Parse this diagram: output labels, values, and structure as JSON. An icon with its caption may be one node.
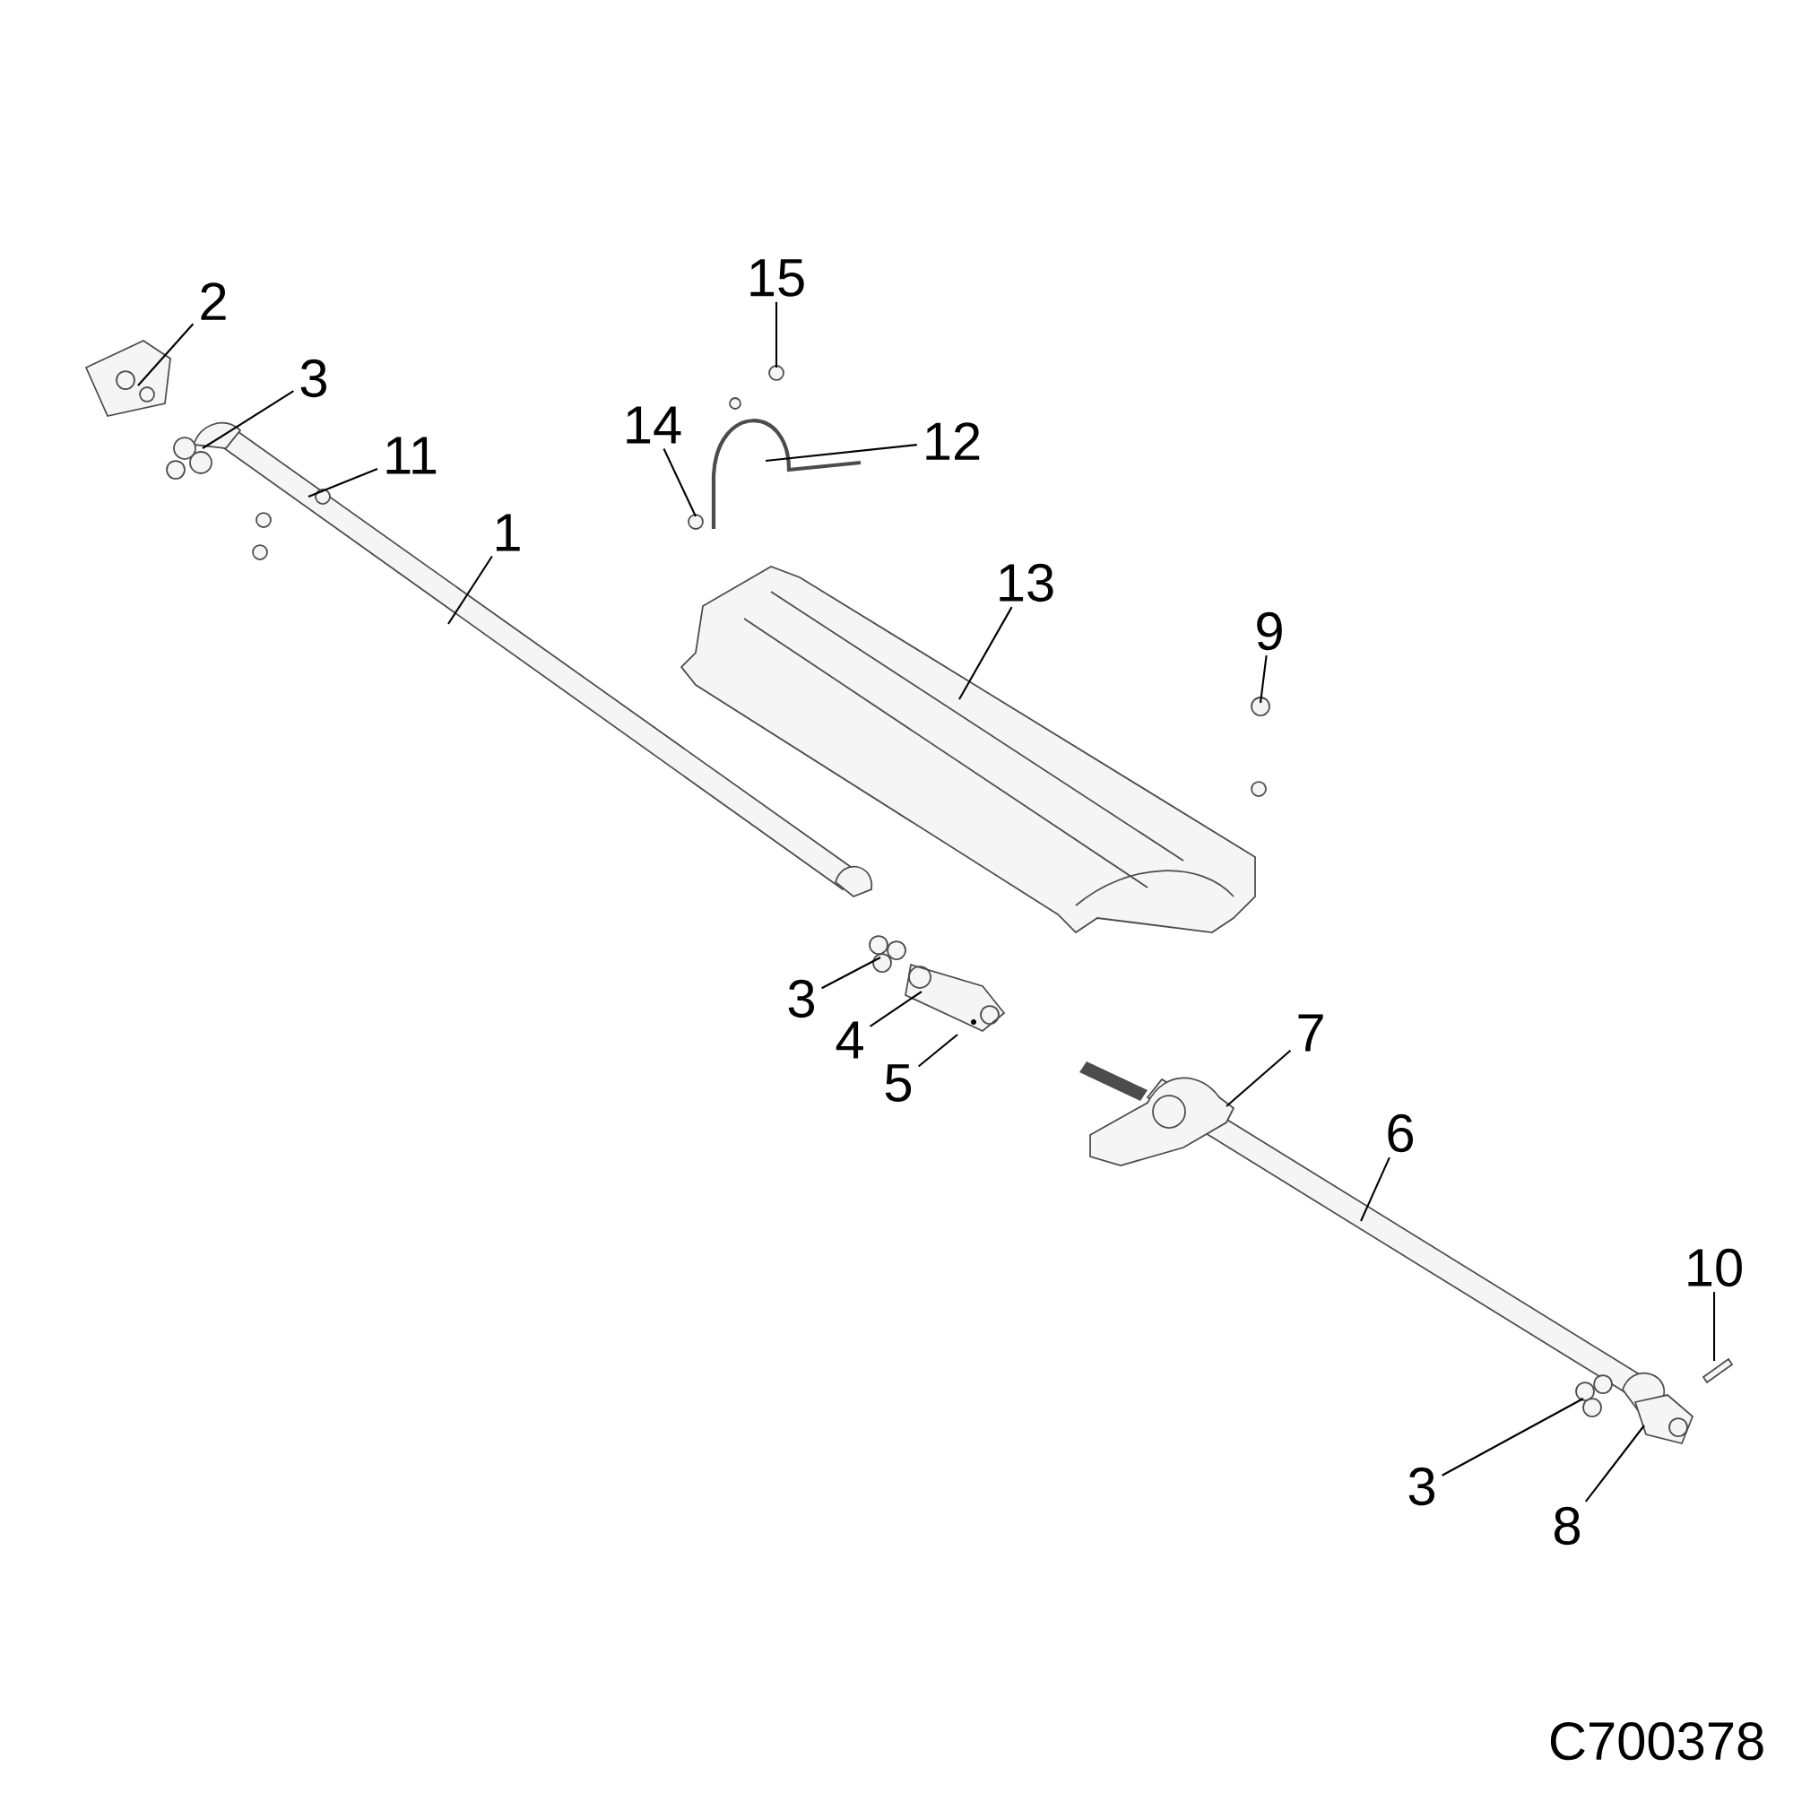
{
  "diagram": {
    "nodes": [
      {
        "text": [
          "15"
        ]
      },
      {
        "text": [
          "2"
        ]
      },
      {
        "text": [
          "3"
        ]
      },
      {
        "text": [
          "14"
        ]
      },
      {
        "text": [
          "12"
        ]
      },
      {
        "text": [
          "11"
        ]
      },
      {
        "text": [
          "1"
        ]
      },
      {
        "text": [
          "13"
        ]
      },
      {
        "text": [
          "9"
        ]
      },
      {
        "text": [
          "3"
        ]
      },
      {
        "text": [
          "4"
        ]
      },
      {
        "text": [
          "5"
        ]
      },
      {
        "text": [
          "7"
        ]
      },
      {
        "text": [
          "6"
        ]
      },
      {
        "text": [
          "10"
        ]
      },
      {
        "text": [
          "3"
        ]
      },
      {
        "text": [
          "8"
        ]
      }
    ],
    "edges": [
      {
        "from": 0,
        "to": null,
        "arrow": "none"
      },
      {
        "from": 1,
        "to": null,
        "arrow": "none"
      },
      {
        "from": 2,
        "to": null,
        "arrow": "none"
      },
      {
        "from": 3,
        "to": null,
        "arrow": "none"
      },
      {
        "from": 4,
        "to": null,
        "arrow": "none"
      },
      {
        "from": 5,
        "to": null,
        "arrow": "none"
      },
      {
        "from": 6,
        "to": null,
        "arrow": "none"
      },
      {
        "from": 7,
        "to": null,
        "arrow": "none"
      },
      {
        "from": 8,
        "to": null,
        "arrow": "none"
      },
      {
        "from": 9,
        "to": null,
        "arrow": "none"
      },
      {
        "from": 10,
        "to": null,
        "arrow": "none"
      },
      {
        "from": 11,
        "to": null,
        "arrow": "none"
      },
      {
        "from": 12,
        "to": null,
        "arrow": "none"
      },
      {
        "from": 13,
        "to": null,
        "arrow": "none"
      },
      {
        "from": 14,
        "to": null,
        "arrow": "none"
      },
      {
        "from": 15,
        "to": null,
        "arrow": "none"
      },
      {
        "from": 16,
        "to": null,
        "arrow": "none"
      }
    ],
    "labels": [
      "C700378"
    ]
  }
}
